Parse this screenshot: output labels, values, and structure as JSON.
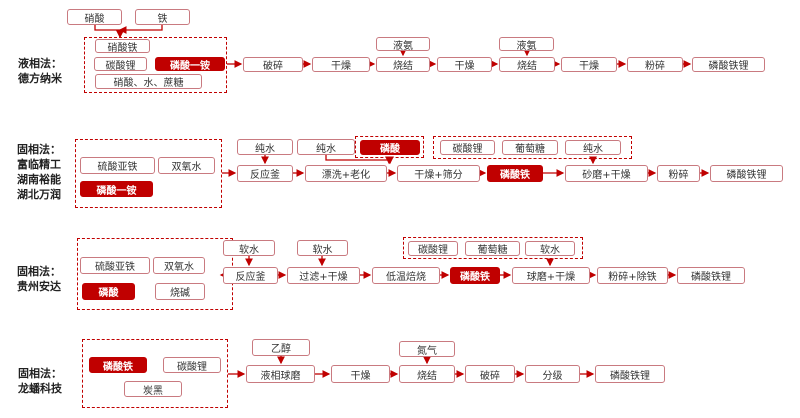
{
  "row1": {
    "label1": "液相法：",
    "label2": "德方纳米",
    "in1": "硝酸",
    "in2": "铁",
    "m1": "硝酸铁",
    "m2": "碳酸锂",
    "m3": "磷酸一铵",
    "m4": "硝酸、水、蔗糖",
    "s1": "破碎",
    "s2": "干燥",
    "s3": "烧结",
    "s4": "干燥",
    "s5": "烧结",
    "s6": "干燥",
    "s7": "粉碎",
    "s8": "磷酸铁锂",
    "a1": "液氨",
    "a2": "液氨"
  },
  "row2": {
    "label1": "固相法：",
    "label2": "富临精工",
    "label3": "湖南裕能",
    "label4": "湖北万润",
    "m1": "硫酸亚铁",
    "m2": "双氧水",
    "m3": "磷酸一铵",
    "a1": "纯水",
    "a2": "纯水",
    "a3": "磷酸",
    "g1": "碳酸锂",
    "g2": "葡萄糖",
    "g3": "纯水",
    "s1": "反应釜",
    "s2": "漂洗+老化",
    "s3": "干燥+筛分",
    "s4": "磷酸铁",
    "s5": "砂磨+干燥",
    "s6": "粉碎",
    "s7": "磷酸铁锂"
  },
  "row3": {
    "label1": "固相法：",
    "label2": "贵州安达",
    "m1": "硫酸亚铁",
    "m2": "双氧水",
    "m3": "磷酸",
    "m4": "烧碱",
    "a1": "软水",
    "a2": "软水",
    "g1": "碳酸锂",
    "g2": "葡萄糖",
    "g3": "软水",
    "s1": "反应釜",
    "s2": "过滤+干燥",
    "s3": "低温焙烧",
    "s4": "磷酸铁",
    "s5": "球磨+干燥",
    "s6": "粉碎+除铁",
    "s7": "磷酸铁锂"
  },
  "row4": {
    "label1": "固相法：",
    "label2": "龙蟠科技",
    "m1": "磷酸铁",
    "m2": "碳酸锂",
    "m3": "炭黑",
    "a1": "乙醇",
    "a2": "氮气",
    "s1": "液相球磨",
    "s2": "干燥",
    "s3": "烧结",
    "s4": "破碎",
    "s5": "分级",
    "s6": "磷酸铁锂"
  },
  "colors": {
    "accent": "#c00000",
    "border": "#c97a80"
  }
}
